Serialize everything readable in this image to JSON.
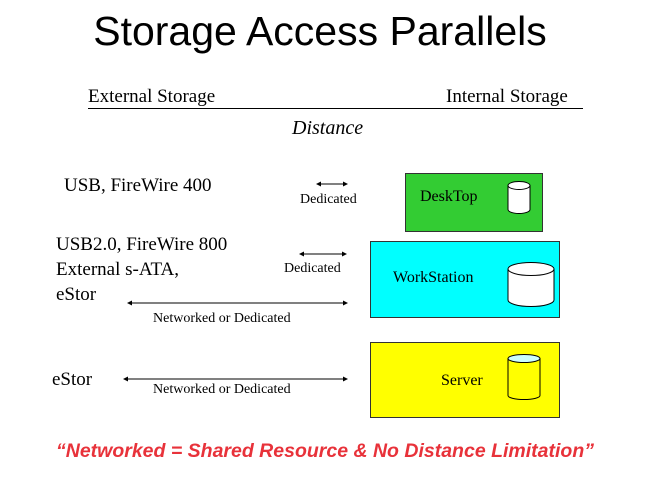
{
  "title": "Storage Access Parallels",
  "headers": {
    "left": "External Storage",
    "right": "Internal Storage",
    "center": "Distance"
  },
  "tiers": [
    {
      "interfaces": [
        "USB, FireWire 400"
      ],
      "links": [
        "Dedicated"
      ],
      "system": "DeskTop",
      "box_color": "#33cc33",
      "disk_color": "#ffffff"
    },
    {
      "interfaces": [
        "USB2.0, FireWire 800",
        "External s-ATA,",
        "eStor"
      ],
      "links": [
        "Dedicated",
        "Networked or Dedicated"
      ],
      "system": "WorkStation",
      "box_color": "#00ffff",
      "disk_color": "#ffffff"
    },
    {
      "interfaces": [
        "eStor"
      ],
      "links": [
        "Networked or Dedicated"
      ],
      "system": "Server",
      "box_color": "#ffff00",
      "disk_color": "#ccffff"
    }
  ],
  "tagline": "“Networked = Shared Resource & No Distance Limitation”"
}
